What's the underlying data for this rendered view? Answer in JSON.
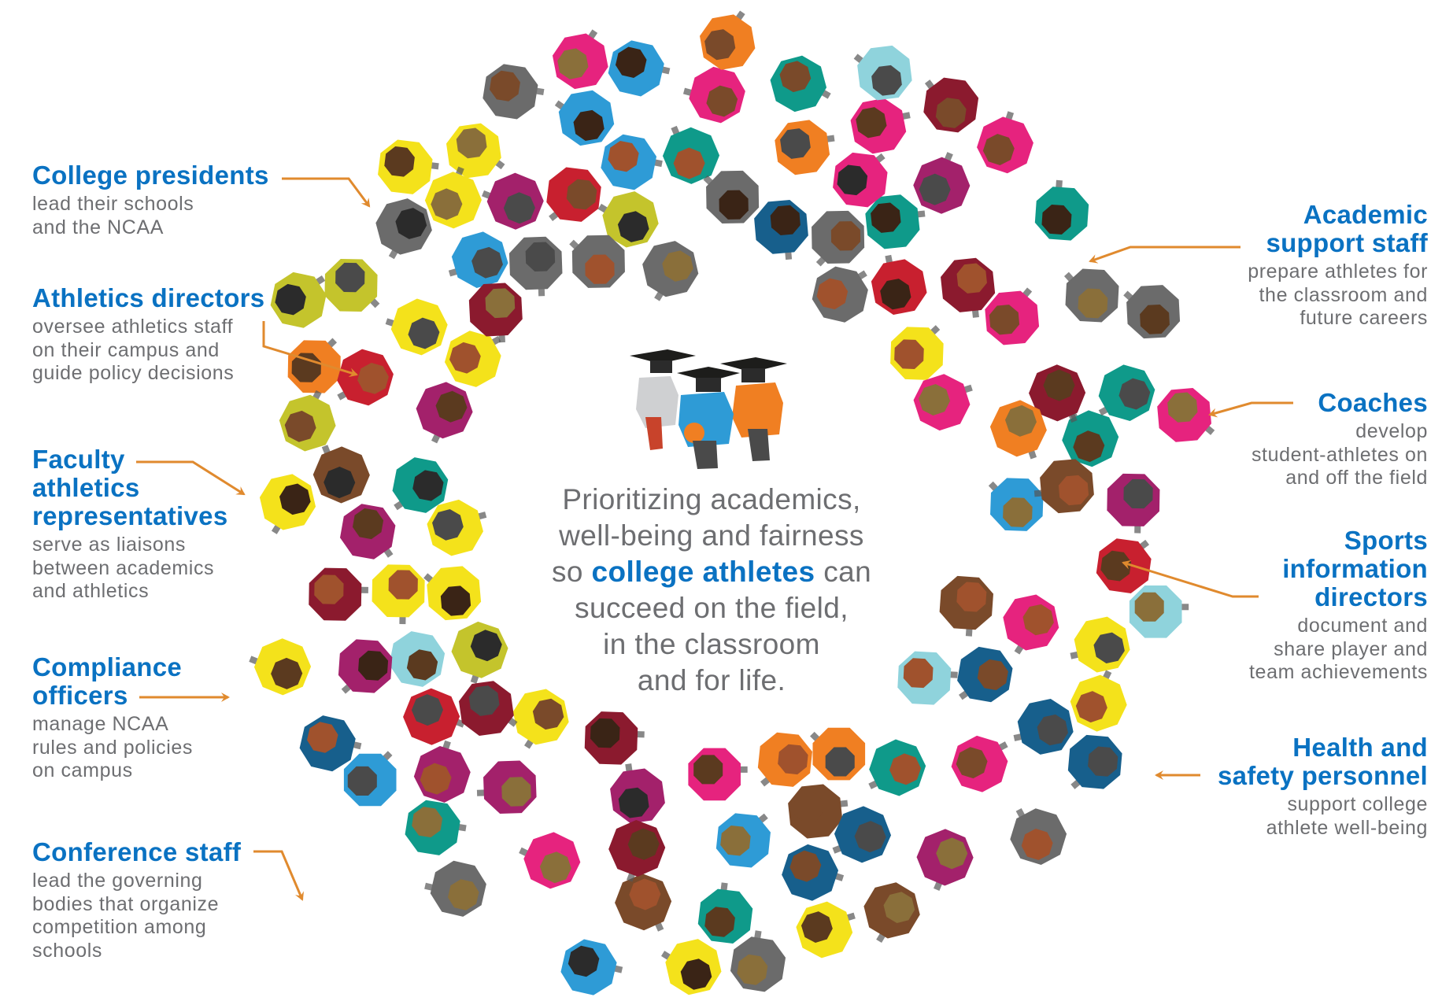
{
  "center": {
    "line1": "Prioritizing academics,",
    "line2": "well-being and fairness",
    "line3_pre": "so ",
    "line3_highlight": "college athletes",
    "line3_post": " can",
    "line4": "succeed on the field,",
    "line5": "in the classroom",
    "line6": "and for life."
  },
  "left_roles": [
    {
      "title": "College presidents",
      "desc": [
        "lead their schools",
        "and the NCAA"
      ]
    },
    {
      "title": "Athletics directors",
      "desc": [
        "oversee athletics staff",
        "on their campus and",
        "guide policy decisions"
      ]
    },
    {
      "title": [
        "Faculty",
        "athletics",
        "representatives"
      ],
      "desc": [
        "serve as liaisons",
        "between academics",
        "and athletics"
      ]
    },
    {
      "title": [
        "Compliance",
        "officers"
      ],
      "desc": [
        "manage NCAA",
        "rules and policies",
        "on campus"
      ]
    },
    {
      "title": "Conference staff",
      "desc": [
        "lead the governing",
        "bodies that organize",
        "competition among",
        "schools"
      ]
    }
  ],
  "right_roles": [
    {
      "title": [
        "Academic",
        "support staff"
      ],
      "desc": [
        "prepare athletes for",
        "the classroom and",
        "future careers"
      ]
    },
    {
      "title": "Coaches",
      "desc": [
        "develop",
        "student-athletes on",
        "and off the field"
      ]
    },
    {
      "title": [
        "Sports",
        "information",
        "directors"
      ],
      "desc": [
        "document and",
        "share player and",
        "team achievements"
      ]
    },
    {
      "title": [
        "Health and",
        "safety personnel"
      ],
      "desc": [
        "support college",
        "athlete well-being"
      ]
    }
  ],
  "colors": {
    "title_blue": "#0a72c2",
    "body_gray": "#6d6e71",
    "arrow_orange": "#e08a2e"
  },
  "icons": {
    "center": "graduates-with-caps-icon",
    "crowd": "person-top-view-icon"
  }
}
